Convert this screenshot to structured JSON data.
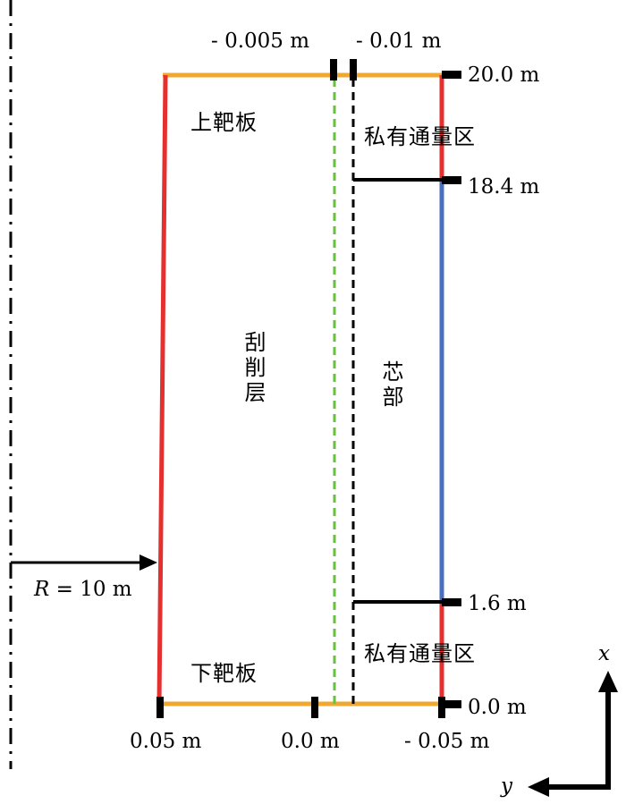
{
  "diagram": {
    "radius_label_var": "R",
    "radius_label_value": " = 10 m",
    "regions": {
      "upper_target": "上靶板",
      "lower_target": "下靶板",
      "private_flux_top": "私有通量区",
      "private_flux_bottom": "私有通量区",
      "sol": "刮削层",
      "core": "芯部"
    },
    "top_labels": {
      "left": "- 0.005 m",
      "right": "- 0.01 m"
    },
    "x_ticks": {
      "top": "20.0 m",
      "upper": "18.4 m",
      "lower": "1.6 m",
      "bottom": "0.0 m"
    },
    "y_ticks": {
      "left": "0.05 m",
      "middle": "0.0 m",
      "right": "- 0.05 m"
    },
    "axes": {
      "x": "x",
      "y": "y"
    },
    "colors": {
      "target_plate": "#f0a830",
      "outer_wall": "#e53030",
      "core_boundary": "#4a6fbf",
      "separatrix_green": "#6abf3f",
      "separatrix_black": "#000000",
      "marker": "#000000"
    }
  }
}
